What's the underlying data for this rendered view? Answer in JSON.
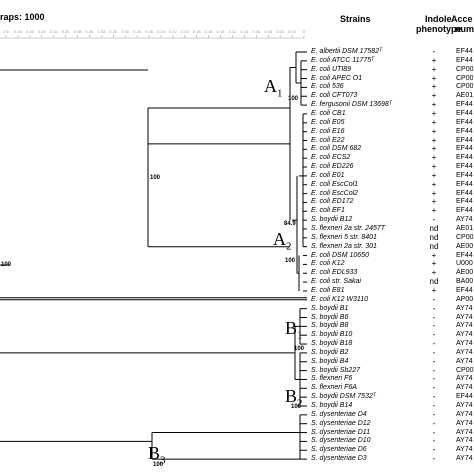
{
  "header": {
    "bootstraps_label": "raps: 1000",
    "strains_title": "Strains",
    "indole_title": "Indole",
    "indole_subtitle": "phenotype",
    "acc_title": "Acce",
    "acc_subtitle": "num"
  },
  "scale_ticks": "0.5 0.48 0.46 0.44 0.42 0.40 0.38 0.36 0.34 0.32 0.30 0.28 0.26 0.24 0.22 0.20 0.18 0.16 0.14 0.12 0.10 0.08 0.06 0.04 0.02 0",
  "clades": {
    "A1": {
      "letter": "A",
      "sub": "1"
    },
    "A2": {
      "letter": "A",
      "sub": "2"
    },
    "B1": {
      "letter": "B",
      "sub": "1"
    },
    "B2": {
      "letter": "B",
      "sub": "2"
    },
    "B3": {
      "letter": "B",
      "sub": "3"
    }
  },
  "bootstrap": {
    "a1": "100",
    "a_main": "100",
    "left": "100",
    "a2_849": "84.9",
    "a2": "100",
    "b1": "100",
    "b2": "100",
    "b3": "100"
  },
  "rows": [
    {
      "strain": "E. albertii DSM 17582ᵀ",
      "indole": "-",
      "acc": "EF44"
    },
    {
      "strain": "E. coli ATCC 11775ᵀ",
      "indole": "+",
      "acc": "EF44"
    },
    {
      "strain": "E. coli UTI89",
      "indole": "+",
      "acc": "CP00"
    },
    {
      "strain": "E. coli APEC O1",
      "indole": "+",
      "acc": "CP00"
    },
    {
      "strain": "E. coli 536",
      "indole": "+",
      "acc": "CP00"
    },
    {
      "strain": "E. coli CFT073",
      "indole": "+",
      "acc": "AE01"
    },
    {
      "strain": "E. fergusonii DSM 13698ᵀ",
      "indole": "+",
      "acc": "EF44"
    },
    {
      "strain": "E. coli CB1",
      "indole": "+",
      "acc": "EF44"
    },
    {
      "strain": "E. coli E05",
      "indole": "+",
      "acc": "EF44"
    },
    {
      "strain": "E. coli E16",
      "indole": "+",
      "acc": "EF44"
    },
    {
      "strain": "E. coli E22",
      "indole": "+",
      "acc": "EF44"
    },
    {
      "strain": "E. coli DSM 682",
      "indole": "+",
      "acc": "EF44"
    },
    {
      "strain": "E. coli ECS2",
      "indole": "+",
      "acc": "EF44"
    },
    {
      "strain": "E. coli ED226",
      "indole": "+",
      "acc": "EF44"
    },
    {
      "strain": "E. coli E01",
      "indole": "+",
      "acc": "EF44"
    },
    {
      "strain": "E. coli EscCol1",
      "indole": "+",
      "acc": "EF44"
    },
    {
      "strain": "E. coli EscCol2",
      "indole": "+",
      "acc": "EF44"
    },
    {
      "strain": "E. coli ED172",
      "indole": "+",
      "acc": "EF44"
    },
    {
      "strain": "E. coli EF1",
      "indole": "+",
      "acc": "EF44"
    },
    {
      "strain": "S. boydii B12",
      "indole": "-",
      "acc": "AY74"
    },
    {
      "strain": "S. flexneri 2a str. 2457T",
      "indole": "nd",
      "acc": "AE01"
    },
    {
      "strain": "S. flexneri 5 str. 8401",
      "indole": "nd",
      "acc": "CP00"
    },
    {
      "strain": "S. flexneri 2a str. 301",
      "indole": "nd",
      "acc": "AE00"
    },
    {
      "strain": "E. coli DSM 10650",
      "indole": "+",
      "acc": "EF44"
    },
    {
      "strain": "E. coli K12",
      "indole": "+",
      "acc": "U000"
    },
    {
      "strain": "E. coli EDL933",
      "indole": "+",
      "acc": "AE00"
    },
    {
      "strain": "E. coli str. Sakai",
      "indole": "nd",
      "acc": "BA00"
    },
    {
      "strain": "E. coli E81",
      "indole": "+",
      "acc": "EF44"
    },
    {
      "strain": "E. coli K12 W3110",
      "indole": "-",
      "acc": "AP00"
    },
    {
      "strain": "S. boydii B1",
      "indole": "-",
      "acc": "AY74"
    },
    {
      "strain": "S. boydii B6",
      "indole": "-",
      "acc": "AY74"
    },
    {
      "strain": "S. boydii B8",
      "indole": "-",
      "acc": "AY74"
    },
    {
      "strain": "S. boydii B10",
      "indole": "-",
      "acc": "AY74"
    },
    {
      "strain": "S. boydii B18",
      "indole": "-",
      "acc": "AY74"
    },
    {
      "strain": "S. boydii B2",
      "indole": "-",
      "acc": "AY74"
    },
    {
      "strain": "S. boydii B4",
      "indole": "-",
      "acc": "AY74"
    },
    {
      "strain": "S. boydii Sb227",
      "indole": "-",
      "acc": "CP00"
    },
    {
      "strain": "S. flexneri F6",
      "indole": "-",
      "acc": "AY74"
    },
    {
      "strain": "S. flexneri F6A",
      "indole": "-",
      "acc": "AY74"
    },
    {
      "strain": "S. boydii DSM 7532ᵀ",
      "indole": "-",
      "acc": "EF44"
    },
    {
      "strain": "S. boydii B14",
      "indole": "-",
      "acc": "AY74"
    },
    {
      "strain": "S. dysenteriae D4",
      "indole": "-",
      "acc": "AY74"
    },
    {
      "strain": "S. dysenteriae D12",
      "indole": "-",
      "acc": "AY74"
    },
    {
      "strain": "S. dysenteriae D11",
      "indole": "-",
      "acc": "AY74"
    },
    {
      "strain": "S. dysenteriae D10",
      "indole": "-",
      "acc": "AY74"
    },
    {
      "strain": "S. dysenteriae D6",
      "indole": "-",
      "acc": "AY74"
    },
    {
      "strain": "S. dysenteriae D3",
      "indole": "-",
      "acc": "AY74"
    }
  ]
}
